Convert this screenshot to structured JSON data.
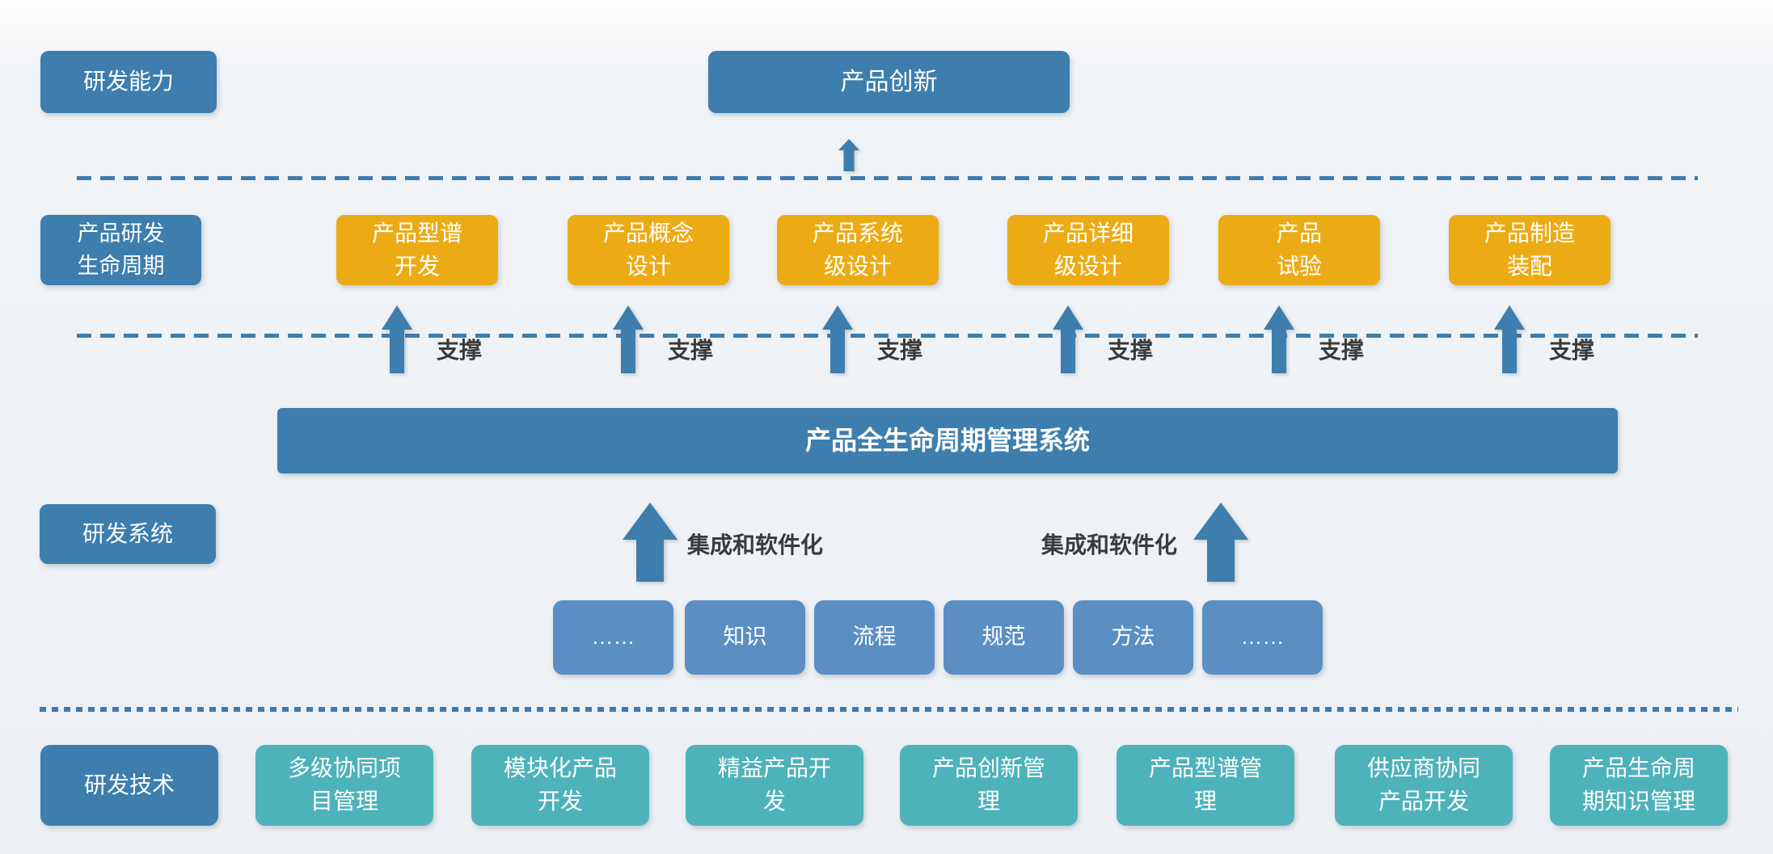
{
  "colors": {
    "steel_blue": "#3d7eae",
    "stage_orange": "#ecab15",
    "element_blue": "#5b8fc4",
    "technology_teal": "#4eb2bb",
    "divider_blue": "#3e7cae",
    "annotation_text": "#3a3a3a"
  },
  "capability_row": {
    "label": "研发能力",
    "main_box": "产品创新"
  },
  "lifecycle_row": {
    "label": "产品研发\n生命周期",
    "stages": [
      {
        "label": "产品型谱\n开发",
        "support": "支撑"
      },
      {
        "label": "产品概念\n设计",
        "support": "支撑"
      },
      {
        "label": "产品系统\n级设计",
        "support": "支撑"
      },
      {
        "label": "产品详细\n级设计",
        "support": "支撑"
      },
      {
        "label": "产品\n试验",
        "support": "支撑"
      },
      {
        "label": "产品制造\n装配",
        "support": "支撑"
      }
    ]
  },
  "system_row": {
    "label": "研发系统",
    "plm_bar": "产品全生命周期管理系统",
    "integration_left": "集成和软件化",
    "integration_right": "集成和软件化",
    "elements": [
      "……",
      "知识",
      "流程",
      "规范",
      "方法",
      "……"
    ]
  },
  "technology_row": {
    "label": "研发技术",
    "technologies": [
      "多级协同项\n目管理",
      "模块化产品\n开发",
      "精益产品开\n发",
      "产品创新管\n理",
      "产品型谱管\n理",
      "供应商协同\n产品开发",
      "产品生命周\n期知识管理"
    ]
  }
}
